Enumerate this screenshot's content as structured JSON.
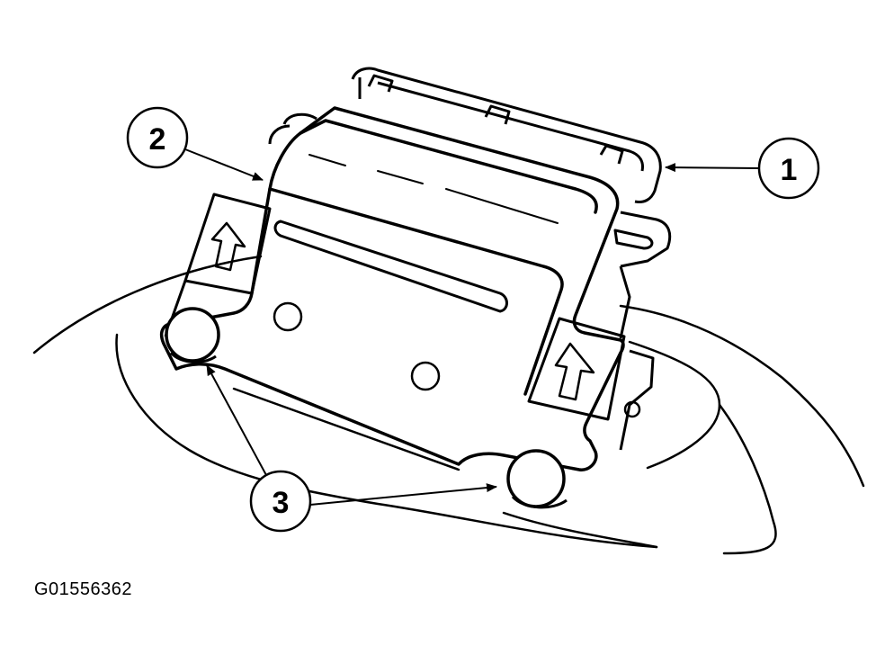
{
  "callouts": {
    "one": "1",
    "two": "2",
    "three": "3"
  },
  "figure_id": "G01556362",
  "colors": {
    "ink": "#000000",
    "paper": "#ffffff"
  }
}
